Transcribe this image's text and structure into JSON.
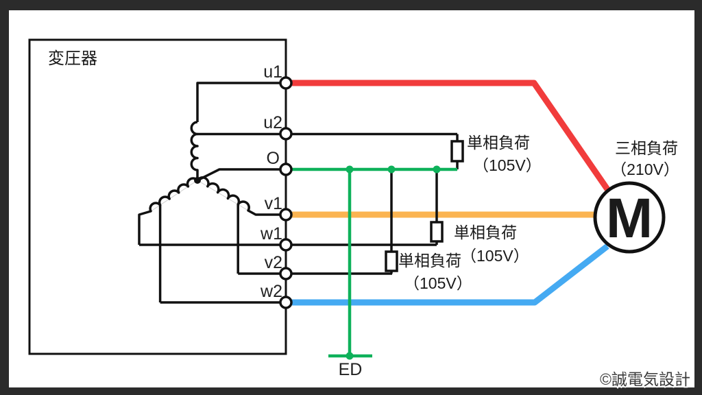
{
  "transformer": {
    "label": "変圧器"
  },
  "terminals": [
    {
      "label": "u1"
    },
    {
      "label": "u2"
    },
    {
      "label": "O"
    },
    {
      "label": "v1"
    },
    {
      "label": "w1"
    },
    {
      "label": "v2"
    },
    {
      "label": "w2"
    }
  ],
  "loads": {
    "single_phase_1": {
      "name": "単相負荷",
      "voltage": "（105V）"
    },
    "single_phase_2": {
      "name": "単相負荷",
      "voltage": "（105V）"
    },
    "single_phase_3": {
      "name": "単相負荷",
      "voltage": "（105V）"
    },
    "three_phase": {
      "name": "三相負荷",
      "voltage": "（210V）"
    }
  },
  "motor": {
    "label": "M"
  },
  "earth": {
    "label": "ED"
  },
  "copyright": "©誠電気設計",
  "colors": {
    "red": "#f13c3c",
    "orange": "#fbb451",
    "blue": "#45aaf2",
    "green": "#0eb15a",
    "wire": "#111111",
    "frame": "#2b2b2b"
  }
}
